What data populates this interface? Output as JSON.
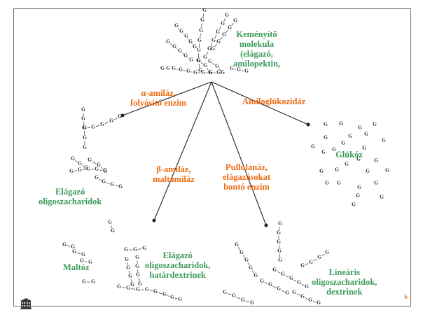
{
  "glucose_unit": "G",
  "labels": {
    "starch": [
      "Keményítő",
      "molekula",
      "(elágazó,",
      "amilopektin,"
    ],
    "alpha_amylase": [
      "α-amiláz,",
      "folyósító enzim"
    ],
    "amyloglucosidase": [
      "Amiloglükozidáz"
    ],
    "beta_amylase": [
      "β-amiláz,",
      "maltamiláz"
    ],
    "pullulanase": [
      "Pullulanáz,",
      "elágazásokat",
      "bontó enzim"
    ],
    "branched_oligo_left": [
      "Elágazó",
      "oligoszacharidok"
    ],
    "glucose": [
      "Glükóz"
    ],
    "maltose": [
      "Maltóz"
    ],
    "limit_dextrins": [
      "Elágazó",
      "oligoszacharidok,",
      "határdextrinek"
    ],
    "linear_oligo": [
      "Lineáris",
      "oligoszacharidok,",
      "dextrinek"
    ]
  },
  "page_number": "6",
  "colors": {
    "product_label": "#3d9a5a",
    "enzyme_label": "#ee6a10",
    "glyph": "#222222",
    "frame": "#6f6f6f"
  },
  "icons": {
    "logo": "building-icon"
  }
}
